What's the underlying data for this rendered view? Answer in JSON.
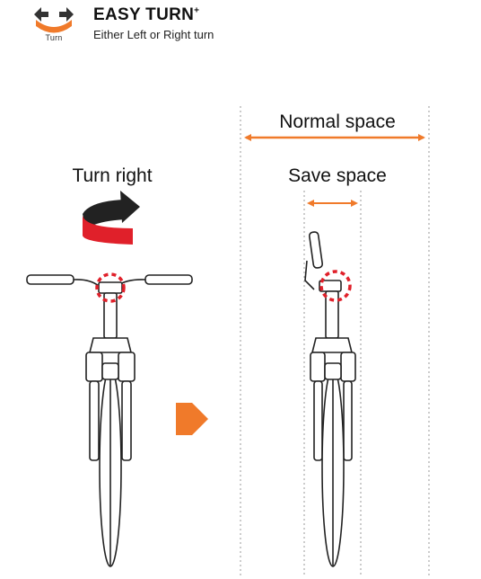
{
  "logo": {
    "text": "Turn",
    "icon": "turn-arrows-icon"
  },
  "header": {
    "title": "EASY TURN",
    "title_mark": "+",
    "subtitle": "Either Left or Right turn"
  },
  "labels": {
    "normal_space": "Normal space",
    "save_space": "Save space",
    "turn_right": "Turn right"
  },
  "colors": {
    "accent_orange": "#f07a2a",
    "accent_red": "#e0202a",
    "line": "#222222",
    "guide": "#9a9a9a"
  }
}
